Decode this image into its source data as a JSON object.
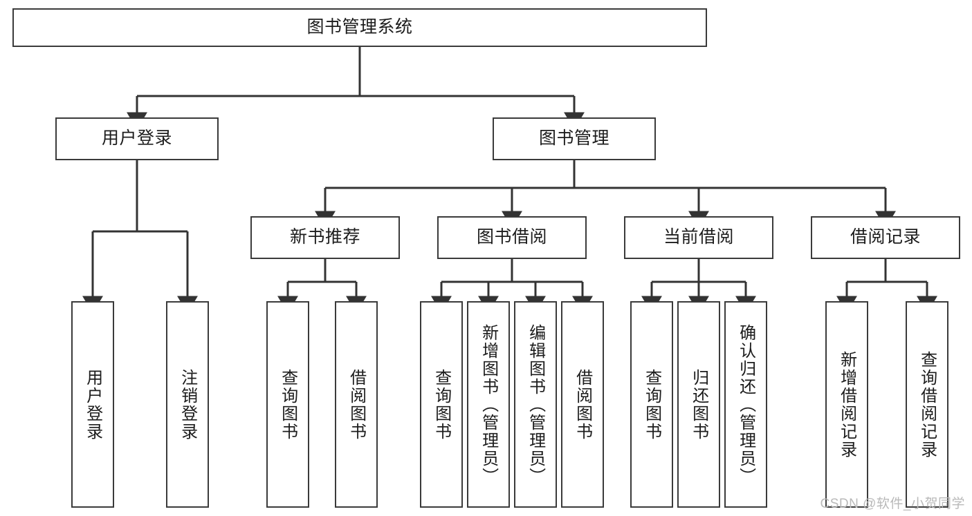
{
  "diagram": {
    "title": "图书管理系统",
    "type": "tree-hierarchy-chart",
    "orientation": "top-down",
    "watermark": "CSDN @软件_小贺同学",
    "colors": {
      "box_border": "#3a3a3a",
      "box_fill": "#ffffff",
      "connector": "#333333",
      "text": "#1c1c1c",
      "watermark": "#b9b9b9",
      "background": "#ffffff"
    },
    "levels": {
      "root": "图书管理系统",
      "level2": [
        "用户登录",
        "图书管理"
      ],
      "level3": [
        "新书推荐",
        "图书借阅",
        "当前借阅",
        "借阅记录"
      ]
    },
    "nodes": {
      "root": {
        "label": "图书管理系统"
      },
      "user_login": {
        "label": "用户登录"
      },
      "book_manage": {
        "label": "图书管理"
      },
      "new_book_rec": {
        "label": "新书推荐"
      },
      "book_borrow": {
        "label": "图书借阅"
      },
      "current_borrow": {
        "label": "当前借阅"
      },
      "borrow_record": {
        "label": "借阅记录"
      },
      "leaf_user_login": {
        "label": "用户登录"
      },
      "leaf_logout": {
        "label": "注销登录"
      },
      "leaf_query_book_a": {
        "label": "查询图书"
      },
      "leaf_borrow_book_a": {
        "label": "借阅图书"
      },
      "leaf_query_book_b": {
        "label": "查询图书"
      },
      "leaf_add_book": {
        "label": "新增图书（管理员）"
      },
      "leaf_edit_book": {
        "label": "编辑图书（管理员）"
      },
      "leaf_borrow_book_b": {
        "label": "借阅图书"
      },
      "leaf_query_book_c": {
        "label": "查询图书"
      },
      "leaf_return_book": {
        "label": "归还图书"
      },
      "leaf_confirm_return": {
        "label": "确认归还（管理员）"
      },
      "leaf_add_record": {
        "label": "新增借阅记录"
      },
      "leaf_query_record": {
        "label": "查询借阅记录"
      }
    }
  }
}
